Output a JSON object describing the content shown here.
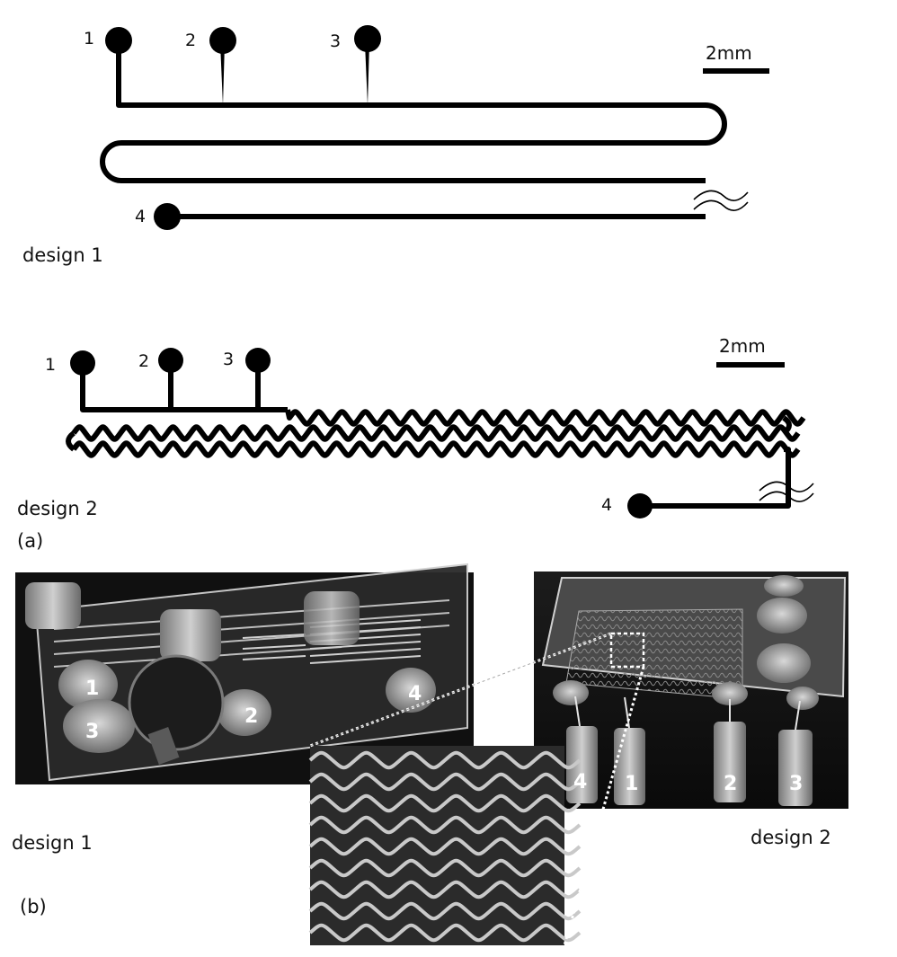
{
  "design1": {
    "caption": "design 1",
    "scale_label": "2mm",
    "ports": [
      "1",
      "2",
      "3",
      "4"
    ]
  },
  "design2": {
    "caption": "design 2",
    "scale_label": "2mm",
    "ports": [
      "1",
      "2",
      "3",
      "4"
    ]
  },
  "panel_a_label": "(a)",
  "panel_b_label": "(b)",
  "photo1": {
    "caption": "design 1",
    "ports": [
      "1",
      "2",
      "3",
      "4"
    ]
  },
  "photo2": {
    "caption": "design 2",
    "ports": [
      "4",
      "1",
      "2",
      "3"
    ]
  }
}
